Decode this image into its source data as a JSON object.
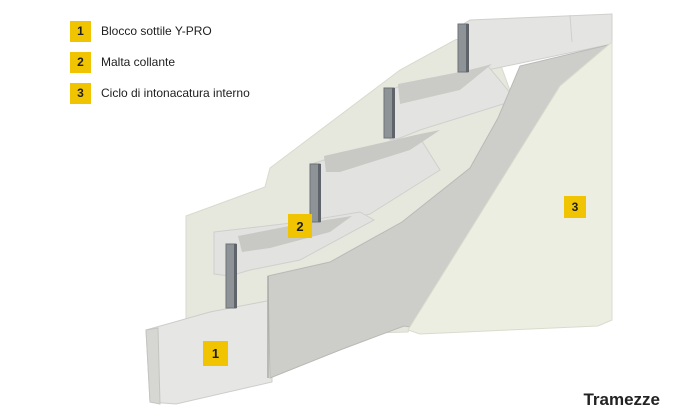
{
  "legend": [
    {
      "number": "1",
      "label": "Blocco sottile Y-PRO"
    },
    {
      "number": "2",
      "label": "Malta collante"
    },
    {
      "number": "3",
      "label": "Ciclo di intonacatura interno"
    }
  ],
  "callouts": {
    "block": "1",
    "mortar": "2",
    "plaster": "3"
  },
  "title": "Tramezze",
  "colors": {
    "badge": "#f0c400",
    "block": "#e3e3e1",
    "mortar": "#c9c9c5",
    "plaster": "#eceee1",
    "clip": "#8e9398"
  }
}
